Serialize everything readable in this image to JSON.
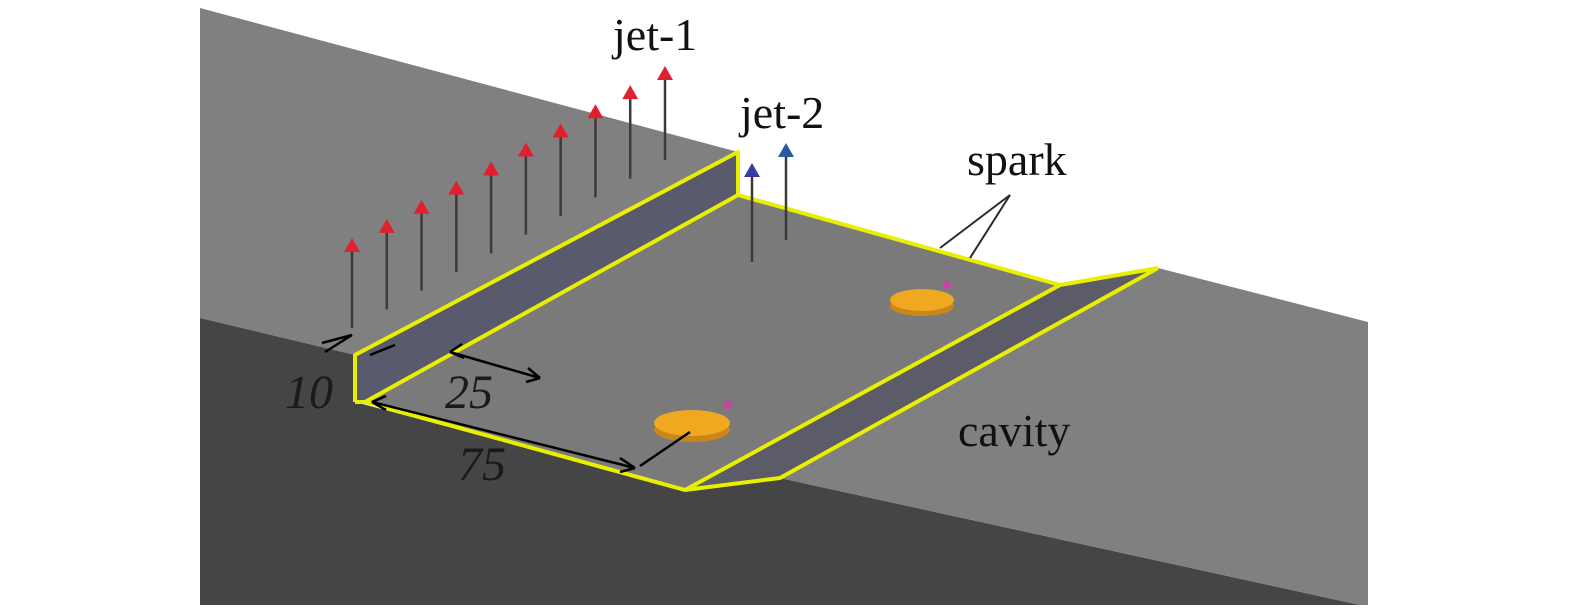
{
  "labels": {
    "jet1": "jet-1",
    "jet2": "jet-2",
    "spark": "spark",
    "cavity": "cavity"
  },
  "dimensions": {
    "step_height": "10",
    "jet_offset": "25",
    "cavity_floor": "75"
  },
  "colors": {
    "surface_top": "#808080",
    "surface_side": "#454545",
    "cavity_floor": "#7a7a7a",
    "cavity_wall": "#5a5a6e",
    "outline": "#e8f000",
    "jet1": "#e02030",
    "jet2_a": "#3a3aa8",
    "jet2_b": "#2a5aa0",
    "spark": "#f0a020"
  },
  "jets": {
    "jet1_count": 10,
    "jet2_count": 2
  }
}
